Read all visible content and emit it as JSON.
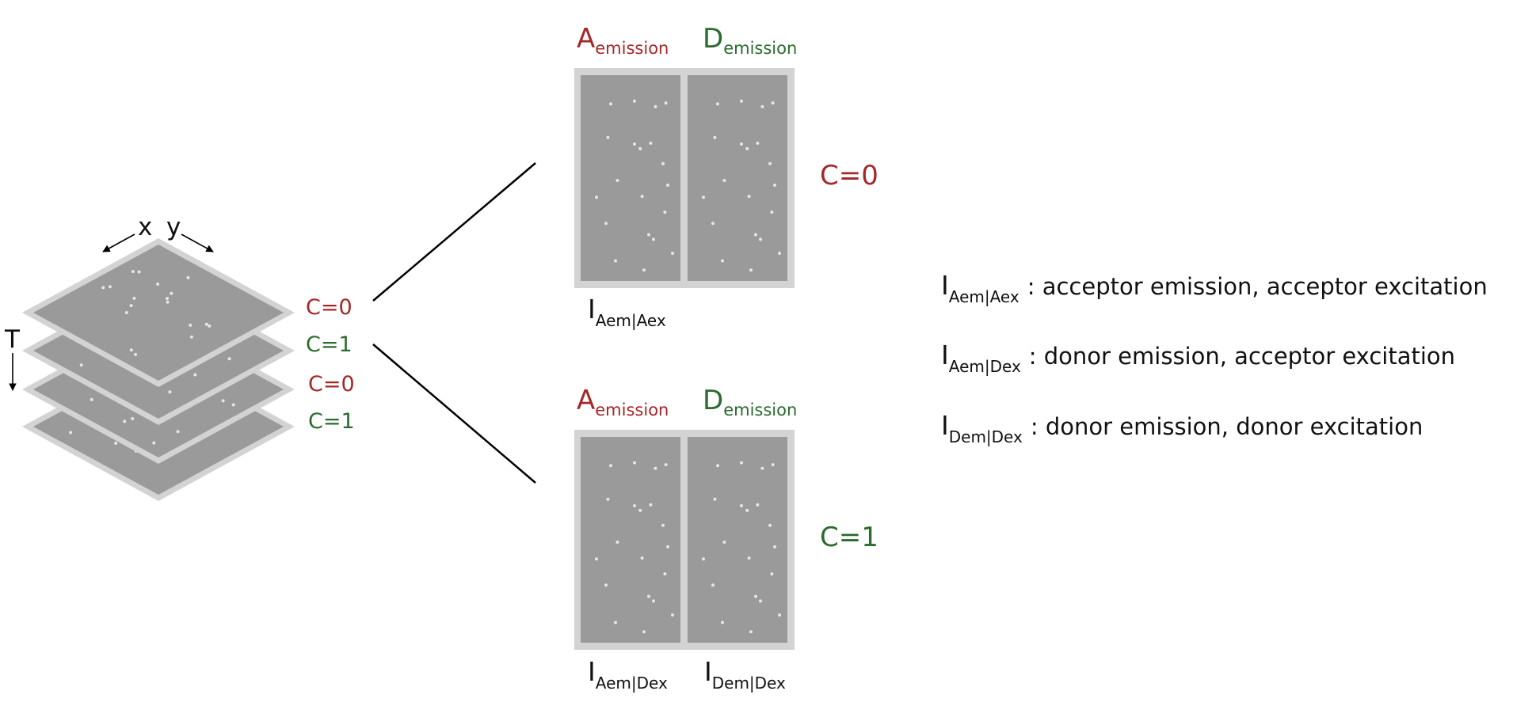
{
  "colors": {
    "red": "#a5272a",
    "green": "#2b6b2f",
    "panel_bg": "#9a9a9a",
    "panel_border": "#d3d3d3",
    "dot": "#e6e6e6",
    "line": "#000000"
  },
  "stack": {
    "axis_x": "x",
    "axis_y": "y",
    "axis_t": "T",
    "layers": [
      {
        "label": "C=0",
        "color": "red"
      },
      {
        "label": "C=1",
        "color": "green"
      },
      {
        "label": "C=0",
        "color": "red"
      },
      {
        "label": "C=1",
        "color": "green"
      }
    ]
  },
  "frames": [
    {
      "channel_label": "C=0",
      "channel_color": "red",
      "left_header": {
        "main": "A",
        "sub": "emission"
      },
      "right_header": {
        "main": "D",
        "sub": "emission"
      },
      "bottom_labels": [
        {
          "main": "I",
          "sub": "Aem|Aex"
        }
      ]
    },
    {
      "channel_label": "C=1",
      "channel_color": "green",
      "left_header": {
        "main": "A",
        "sub": "emission"
      },
      "right_header": {
        "main": "D",
        "sub": "emission"
      },
      "bottom_labels": [
        {
          "main": "I",
          "sub": "Aem|Dex"
        },
        {
          "main": "I",
          "sub": "Dem|Dex"
        }
      ]
    }
  ],
  "legend": [
    {
      "main": "I",
      "sub": "Aem|Aex",
      "desc": ": acceptor emission, acceptor excitation"
    },
    {
      "main": "I",
      "sub": "Aem|Dex",
      "desc": ": donor emission, acceptor excitation"
    },
    {
      "main": "I",
      "sub": "Dem|Dex",
      "desc": ": donor emission, donor excitation"
    }
  ]
}
